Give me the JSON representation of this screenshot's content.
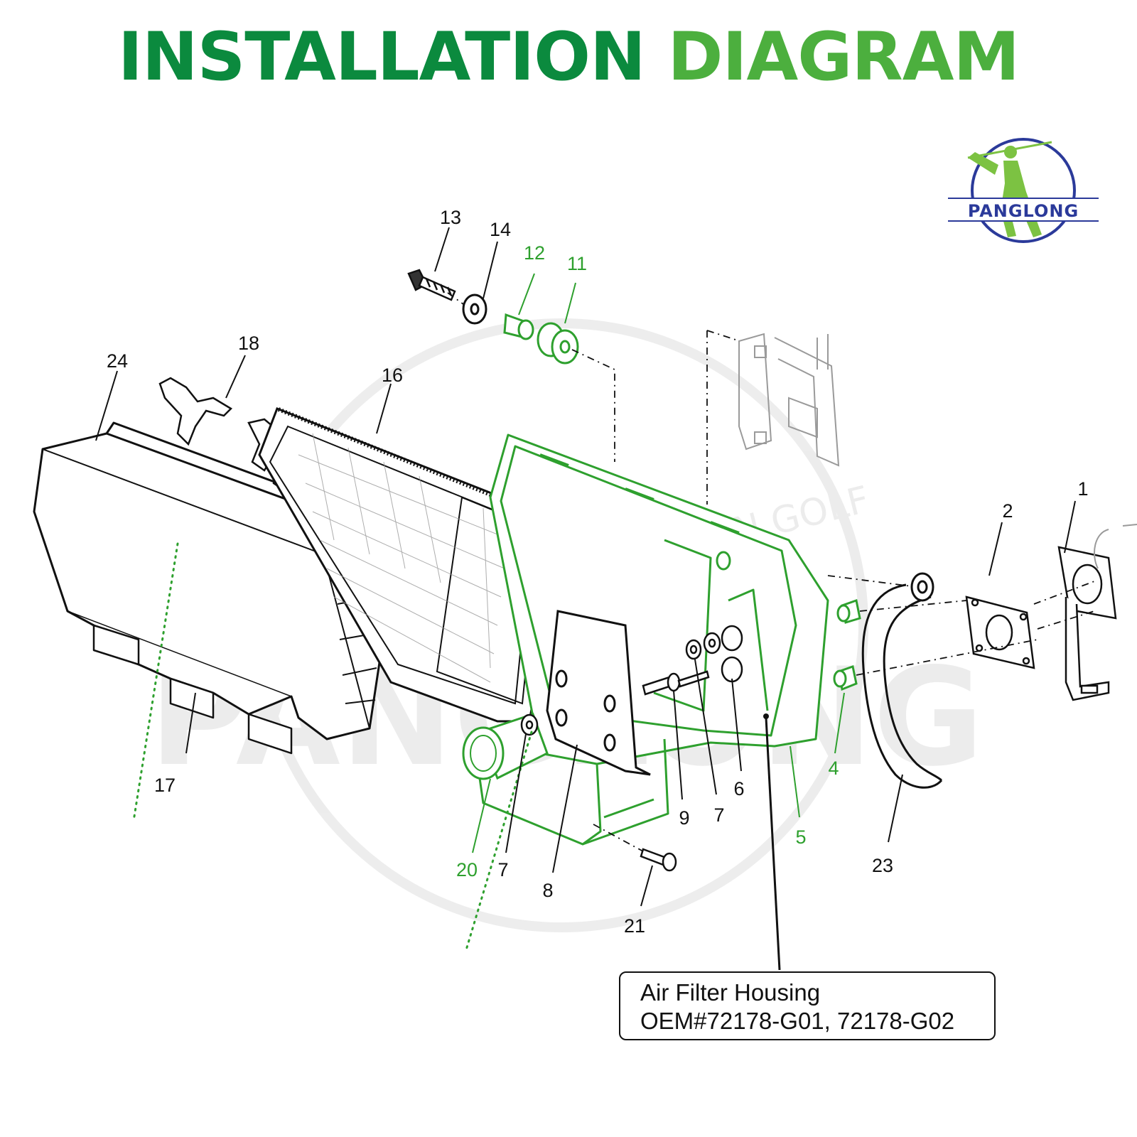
{
  "title": {
    "part1": "INSTALLATION",
    "part2": "DIAGRAM"
  },
  "logo": {
    "brand": "PANGLONG",
    "icon": "golfer-icon"
  },
  "watermark": {
    "text1": "BAT DRAGON GOLF",
    "text2": "PANGLONG"
  },
  "colors": {
    "green_dark": "#0b8a3e",
    "green_light": "#4caf3e",
    "highlight": "#2ea02e",
    "logo_blue": "#2b3a9a",
    "line": "#111111"
  },
  "callouts": [
    {
      "id": "c1",
      "text": "1",
      "highlight": false
    },
    {
      "id": "c2",
      "text": "2",
      "highlight": false
    },
    {
      "id": "c4",
      "text": "4",
      "highlight": true
    },
    {
      "id": "c5",
      "text": "5",
      "highlight": true
    },
    {
      "id": "c6",
      "text": "6",
      "highlight": false
    },
    {
      "id": "c7a",
      "text": "7",
      "highlight": false
    },
    {
      "id": "c7b",
      "text": "7",
      "highlight": false
    },
    {
      "id": "c8",
      "text": "8",
      "highlight": false
    },
    {
      "id": "c9",
      "text": "9",
      "highlight": false
    },
    {
      "id": "c11",
      "text": "11",
      "highlight": true
    },
    {
      "id": "c12",
      "text": "12",
      "highlight": true
    },
    {
      "id": "c13",
      "text": "13",
      "highlight": false
    },
    {
      "id": "c14",
      "text": "14",
      "highlight": false
    },
    {
      "id": "c16",
      "text": "16",
      "highlight": false
    },
    {
      "id": "c17",
      "text": "17",
      "highlight": false
    },
    {
      "id": "c18",
      "text": "18",
      "highlight": false
    },
    {
      "id": "c20",
      "text": "20",
      "highlight": true
    },
    {
      "id": "c21",
      "text": "21",
      "highlight": false
    },
    {
      "id": "c23",
      "text": "23",
      "highlight": false
    },
    {
      "id": "c24",
      "text": "24",
      "highlight": false
    }
  ],
  "info_box": {
    "line1": "Air Filter Housing",
    "line2": "OEM#72178-G01, 72178-G02"
  }
}
